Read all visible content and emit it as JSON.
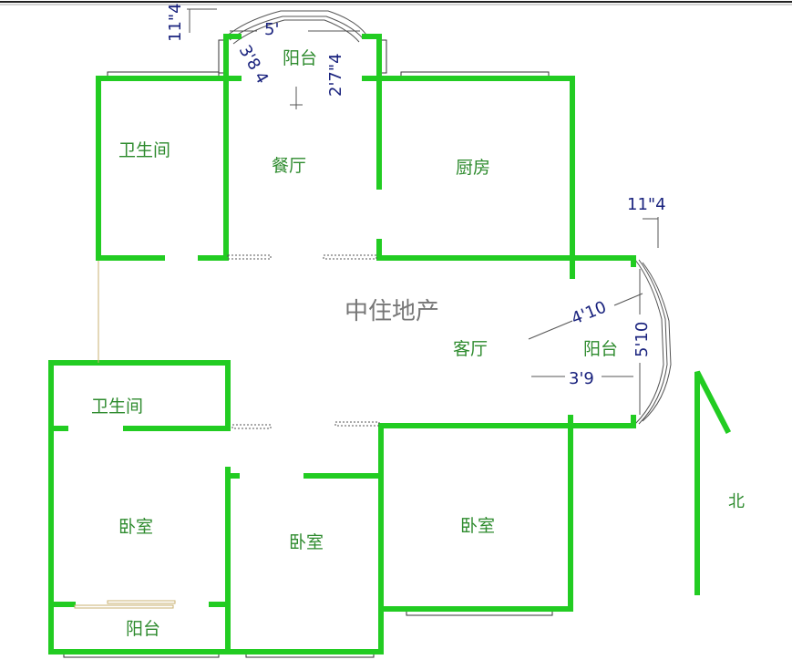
{
  "plan": {
    "watermark": "中住地产",
    "rooms": {
      "bathroom_top": "卫生间",
      "dining": "餐厅",
      "kitchen": "厨房",
      "living": "客厅",
      "balcony_top": "阳台",
      "balcony_right": "阳台",
      "bathroom_bottom": "卫生间",
      "bedroom_left": "卧室",
      "bedroom_middle": "卧室",
      "bedroom_right": "卧室",
      "balcony_bottom": "阳台"
    },
    "dimensions": {
      "top_depth": "11\"4",
      "top_width": "5'",
      "top_diag": "3'8 4",
      "top_side": "2'7\"4",
      "right_depth": "11\"4",
      "right_diag": "4'10",
      "right_height": "5'10",
      "right_width": "3'9"
    },
    "north_label": "北",
    "colors": {
      "wall": "#22cc22",
      "label": "#2e8b2e",
      "dimension": "#1a237e"
    }
  }
}
